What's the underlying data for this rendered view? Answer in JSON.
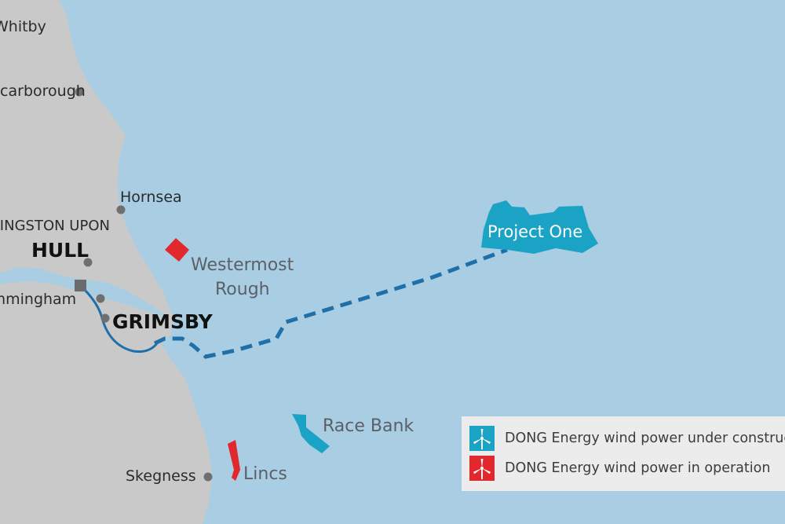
{
  "map": {
    "colors": {
      "sea": "#a9cde3",
      "land": "#c9c9c9",
      "construction": "#1aa3c4",
      "operation": "#e0282d",
      "cable": "#1f6fa8"
    },
    "towns": [
      {
        "id": "whitby",
        "label": "Whitby"
      },
      {
        "id": "scarborough",
        "label": "Scarborough"
      },
      {
        "id": "hornsea",
        "label": "Hornsea"
      },
      {
        "id": "kingston",
        "label": "KINGSTON UPON"
      },
      {
        "id": "immingham",
        "label": "Immingham"
      },
      {
        "id": "skegness",
        "label": "Skegness"
      }
    ],
    "cities": [
      {
        "id": "hull",
        "label": "HULL"
      },
      {
        "id": "grimsby",
        "label": "GRIMSBY"
      }
    ],
    "wind_farms": {
      "westermost_rough": {
        "label": "Westermost",
        "label2": "Rough",
        "status": "operation"
      },
      "project_one": {
        "label": "Project One",
        "status": "construction"
      },
      "race_bank": {
        "label": "Race Bank",
        "status": "construction"
      },
      "lincs": {
        "label": "Lincs",
        "status": "operation"
      }
    }
  },
  "legend": {
    "items": [
      {
        "icon": "turbine-icon",
        "status": "construction",
        "label": "DONG Energy wind power under construction"
      },
      {
        "icon": "turbine-icon",
        "status": "operation",
        "label": "DONG Energy wind power in operation"
      }
    ]
  }
}
